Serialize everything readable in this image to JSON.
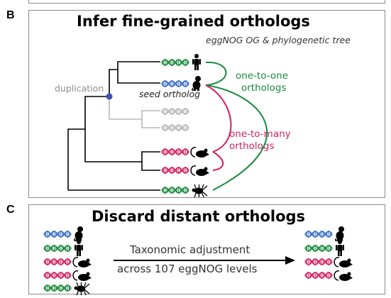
{
  "panel_b": {
    "letter": "B",
    "title": "Infer fine-grained orthologs",
    "subtitle": "eggNOG OG & phylogenetic tree",
    "duplication_label": "duplication",
    "seed_label": "seed ortholog",
    "one_to_one_label": [
      "one-to-one",
      "orthologs"
    ],
    "one_to_many_label": [
      "one-to-many",
      "orthologs"
    ],
    "genes": [
      {
        "color": "green",
        "organism": "human"
      },
      {
        "color": "blue",
        "organism": "monkey"
      },
      {
        "color": "gray",
        "organism": ""
      },
      {
        "color": "gray",
        "organism": ""
      },
      {
        "color": "pink",
        "organism": "mouse"
      },
      {
        "color": "pink",
        "organism": "mouse"
      },
      {
        "color": "green",
        "organism": "bug"
      }
    ]
  },
  "panel_c": {
    "letter": "C",
    "title": "Discard distant orthologs",
    "arrow_label": [
      "Taxonomic adjustment",
      "across 107 eggNOG levels"
    ],
    "left_genes": [
      {
        "color": "blue",
        "organism": "monkey"
      },
      {
        "color": "green",
        "organism": "human"
      },
      {
        "color": "pink",
        "organism": "mouse"
      },
      {
        "color": "pink",
        "organism": "mouse"
      },
      {
        "color": "green",
        "organism": "bug"
      }
    ],
    "right_genes": [
      {
        "color": "blue",
        "organism": "monkey"
      },
      {
        "color": "green",
        "organism": "human"
      },
      {
        "color": "pink",
        "organism": "mouse"
      },
      {
        "color": "pink",
        "organism": "mouse"
      }
    ]
  },
  "colors": {
    "green": "#1a8a3c",
    "blue": "#3a6fc4",
    "pink": "#d4215f",
    "gray": "#b8b8b8",
    "one_to_one": "#1a8a3c",
    "one_to_many": "#d4215f",
    "node": "#3b52b8",
    "duplication_text": "#8c8c8c",
    "tree": "#000000",
    "tree_faded": "#b8b8b8"
  }
}
